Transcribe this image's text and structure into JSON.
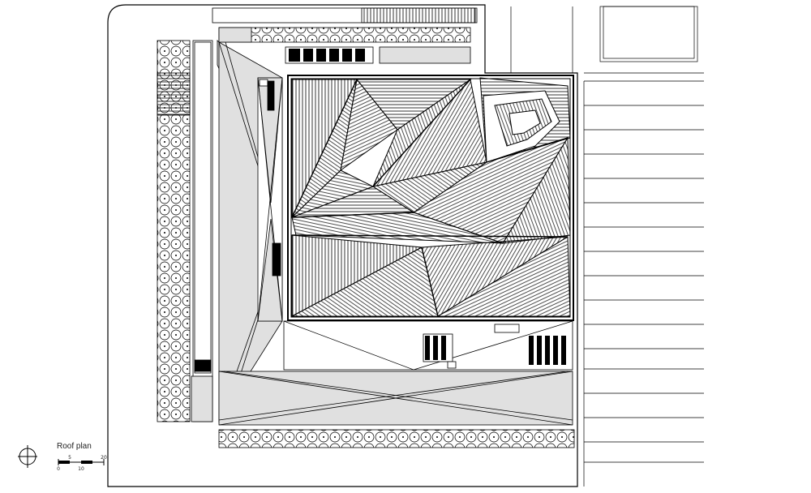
{
  "drawing": {
    "title": "Roof plan",
    "scale_bar": {
      "ticks": [
        "0",
        "5",
        "10",
        "20"
      ]
    }
  },
  "symbols": {
    "north": "north-arrow-icon"
  },
  "colors": {
    "line": "#000000",
    "paved_fill": "#e0e0e0",
    "background": "#ffffff"
  }
}
